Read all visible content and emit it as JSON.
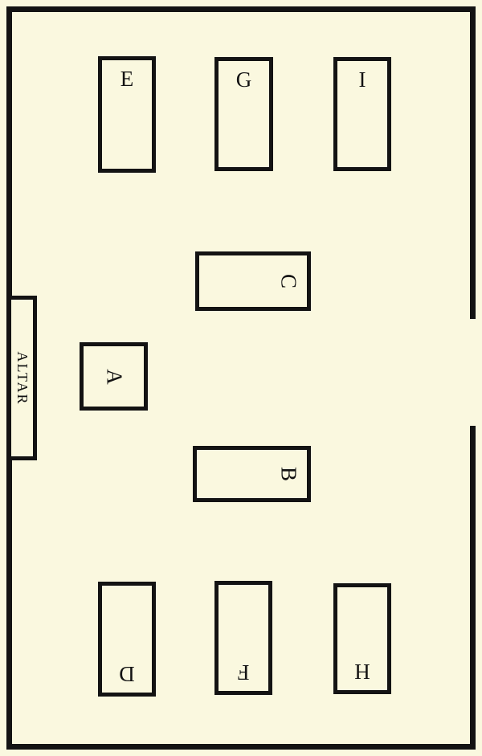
{
  "colors": {
    "background": "#FAF8DF",
    "ink": "#131313"
  },
  "altar": {
    "label": "ALTAR"
  },
  "tables": {
    "e": {
      "label": "E"
    },
    "g": {
      "label": "G"
    },
    "i": {
      "label": "I"
    },
    "c": {
      "label": "C"
    },
    "a": {
      "label": "A"
    },
    "b": {
      "label": "B"
    },
    "d": {
      "label": "D"
    },
    "f": {
      "label": "F"
    },
    "h": {
      "label": "H"
    }
  }
}
